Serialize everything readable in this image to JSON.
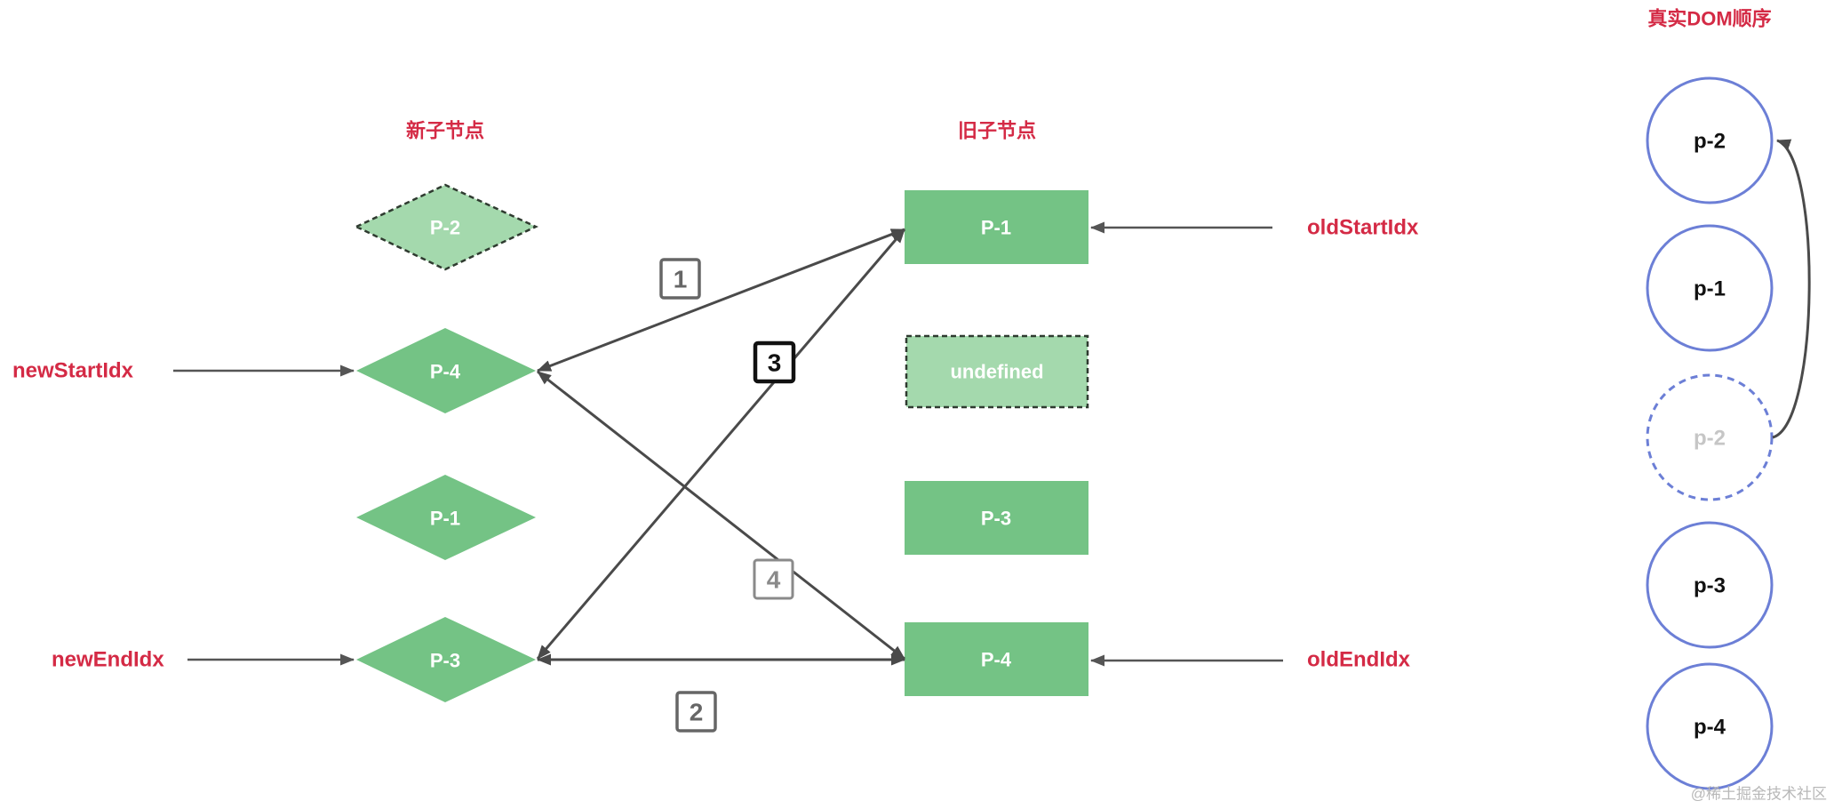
{
  "headings": {
    "new_children": "新子节点",
    "old_children": "旧子节点",
    "real_dom_order": "真实DOM顺序"
  },
  "new_children": [
    {
      "label": "P-2"
    },
    {
      "label": "P-4"
    },
    {
      "label": "P-1"
    },
    {
      "label": "P-3"
    }
  ],
  "old_children": [
    {
      "label": "P-1"
    },
    {
      "label": "undefined"
    },
    {
      "label": "P-3"
    },
    {
      "label": "P-4"
    }
  ],
  "pointers": {
    "new_start": "newStartIdx",
    "new_end": "newEndIdx",
    "old_start": "oldStartIdx",
    "old_end": "oldEndIdx"
  },
  "comparisons": [
    {
      "step": "1"
    },
    {
      "step": "2"
    },
    {
      "step": "3"
    },
    {
      "step": "4"
    }
  ],
  "real_dom": [
    {
      "label": "p-2"
    },
    {
      "label": "p-1"
    },
    {
      "label": "p-2"
    },
    {
      "label": "p-3"
    },
    {
      "label": "p-4"
    }
  ],
  "watermark": "@稀土掘金技术社区",
  "colors": {
    "accent_red": "#d42a45",
    "node_green": "#74c385",
    "node_green_light": "#a4d9ad",
    "dom_circle": "#6c7fd6",
    "ghost_text": "#c6c6c6"
  }
}
